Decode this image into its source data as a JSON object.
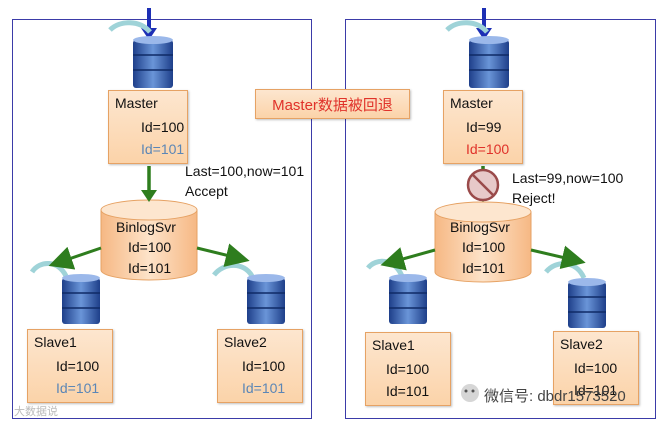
{
  "banner": {
    "text": "Master数据被回退"
  },
  "left": {
    "master": {
      "title": "Master",
      "line1": "Id=100",
      "line2": "Id=101"
    },
    "note": {
      "line1": "Last=100,now=101",
      "line2": "Accept"
    },
    "binlog": {
      "title": "BinlogSvr",
      "line1": "Id=100",
      "line2": "Id=101"
    },
    "slave1": {
      "title": "Slave1",
      "line1": "Id=100",
      "line2": "Id=101"
    },
    "slave2": {
      "title": "Slave2",
      "line1": "Id=100",
      "line2": "Id=101"
    }
  },
  "right": {
    "master": {
      "title": "Master",
      "line1": "Id=99",
      "line2": "Id=100"
    },
    "note": {
      "line1": "Last=99,now=100",
      "line2": "Reject!"
    },
    "binlog": {
      "title": "BinlogSvr",
      "line1": "Id=100",
      "line2": "Id=101"
    },
    "slave1": {
      "title": "Slave1",
      "line1": "Id=100",
      "line2": "Id=101"
    },
    "slave2": {
      "title": "Slave2",
      "line1": "Id=100",
      "line2": "Id=101"
    }
  },
  "watermark": {
    "text": "微信号: dbdr1573520",
    "left_text": "大数据说"
  },
  "colors": {
    "panel_border": "#3b3ba8",
    "arrow_green": "#2e7d1e",
    "arrow_blue": "#1d2fb5",
    "accent_red": "#e0322a",
    "accent_blue": "#5b86b6",
    "box_fill": "#fbd3a9"
  }
}
